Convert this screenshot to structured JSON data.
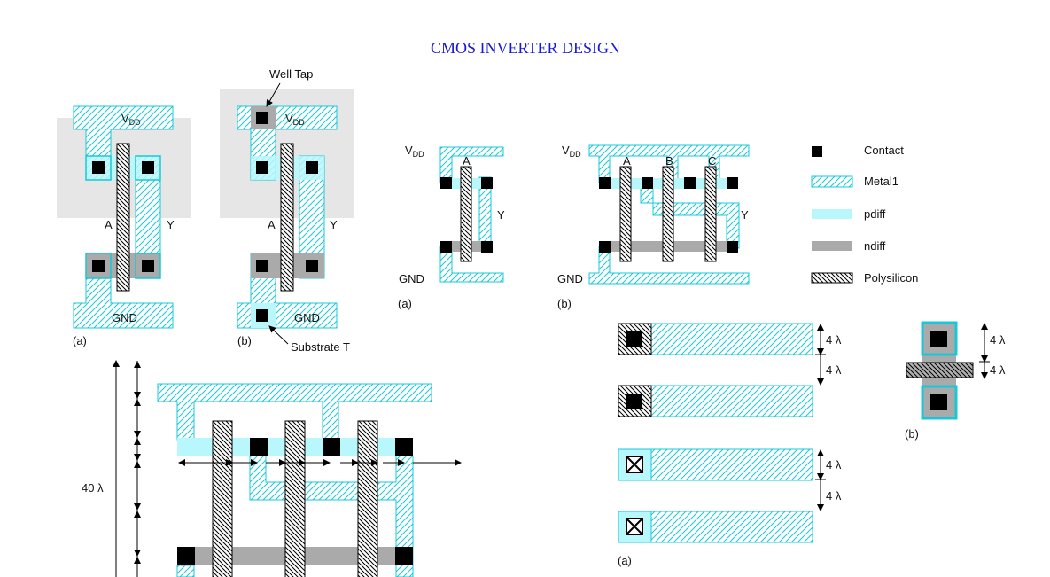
{
  "title": "CMOS INVERTER DESIGN",
  "labels": {
    "vdd": "V",
    "dd": "DD",
    "gnd": "GND",
    "a": "A",
    "b": "B",
    "c": "C",
    "y": "Y",
    "well_tap": "Well Tap",
    "substrate_tap": "Substrate T",
    "fig_a": "(a)",
    "fig_b": "(b)",
    "forty_lambda": "40 λ",
    "four_lambda": "4 λ"
  },
  "legend": [
    {
      "key": "contact",
      "label": "Contact"
    },
    {
      "key": "metal1",
      "label": "Metal1"
    },
    {
      "key": "pdiff",
      "label": "pdiff"
    },
    {
      "key": "ndiff",
      "label": "ndiff"
    },
    {
      "key": "poly",
      "label": "Polysilicon"
    }
  ],
  "colors": {
    "metal_stroke": "#18c8d8",
    "pdiff": "#b8f7fb",
    "ndiff": "#aaaaaa",
    "well": "#e6e6e6",
    "contact": "#000000",
    "title": "#1a1ad6"
  }
}
